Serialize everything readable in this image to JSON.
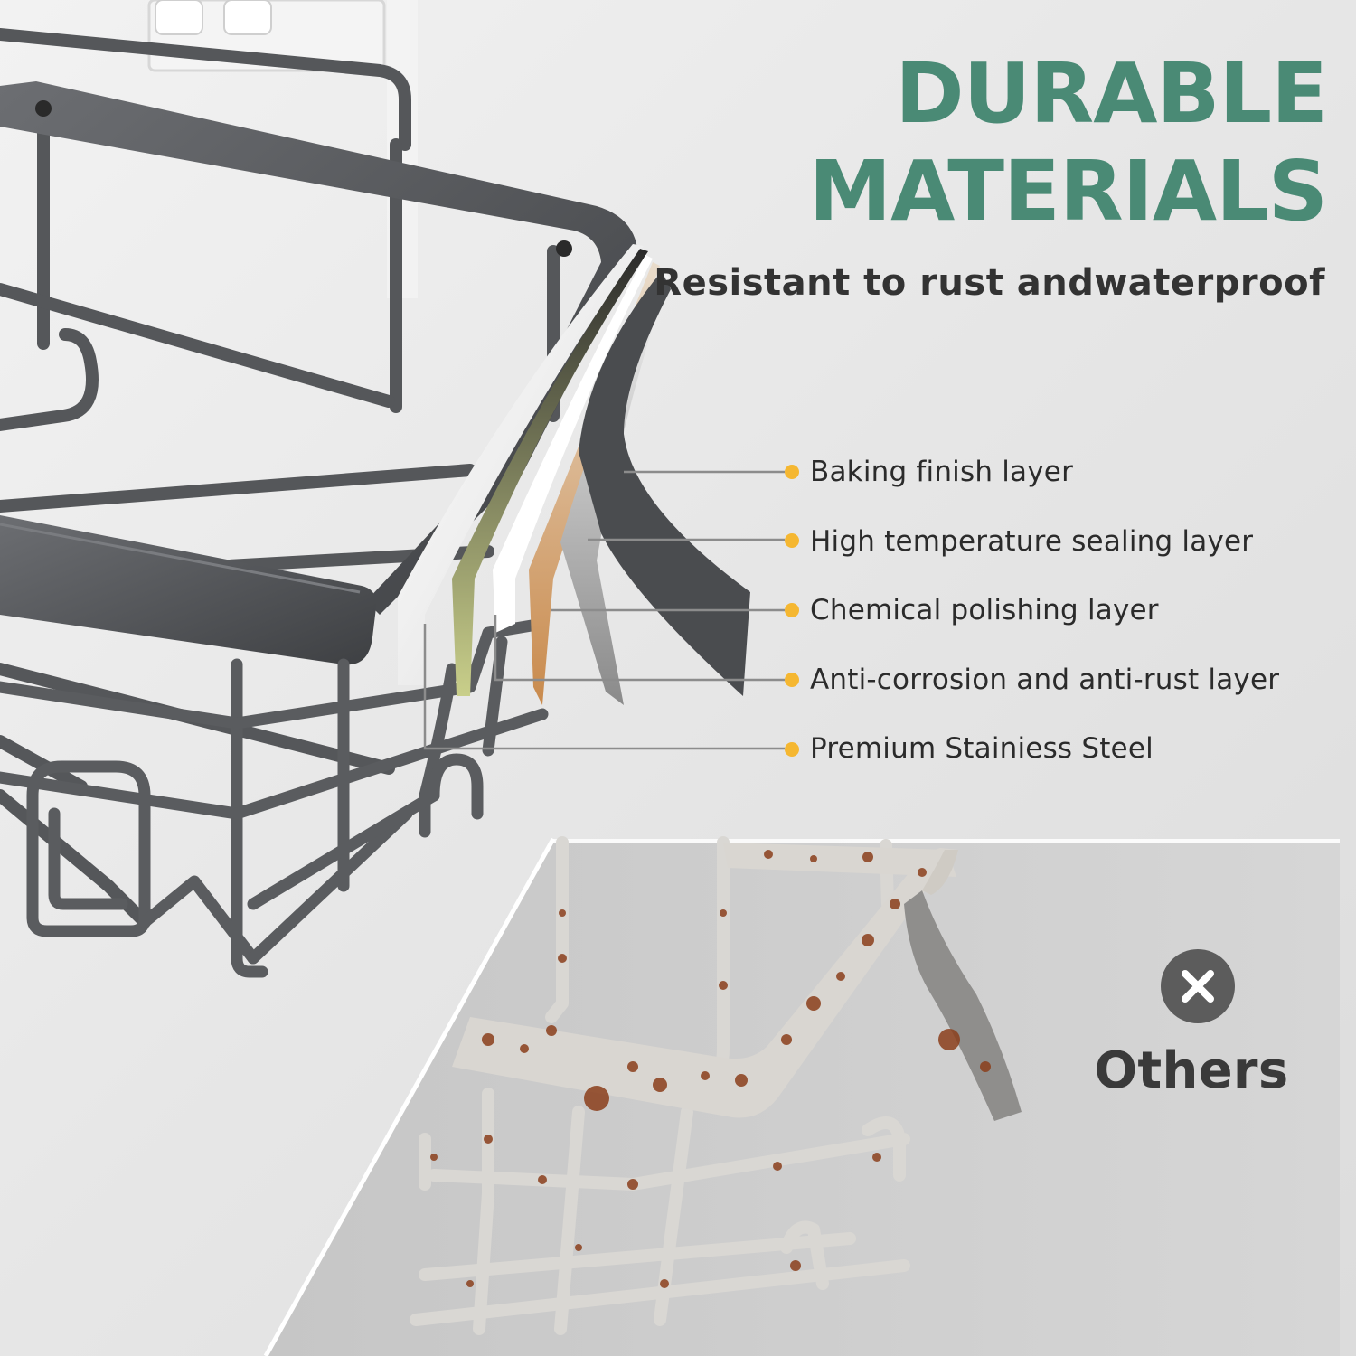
{
  "headline": {
    "line1": "DURABLE",
    "line2": "MATERIALS",
    "color": "#4a8a75"
  },
  "subtitle": "Resistant to rust andwaterproof",
  "layers": {
    "bullet_color": "#f5b731",
    "items": [
      "Baking finish layer",
      "High temperature sealing layer",
      "Chemical polishing layer",
      "Anti-corrosion and anti-rust layer",
      "Premium Stainiess Steel"
    ]
  },
  "comparison": {
    "label": "Others",
    "icon": "close-icon"
  },
  "colors": {
    "product_metal": "#4f5154",
    "rust": "#8b3f1c"
  }
}
